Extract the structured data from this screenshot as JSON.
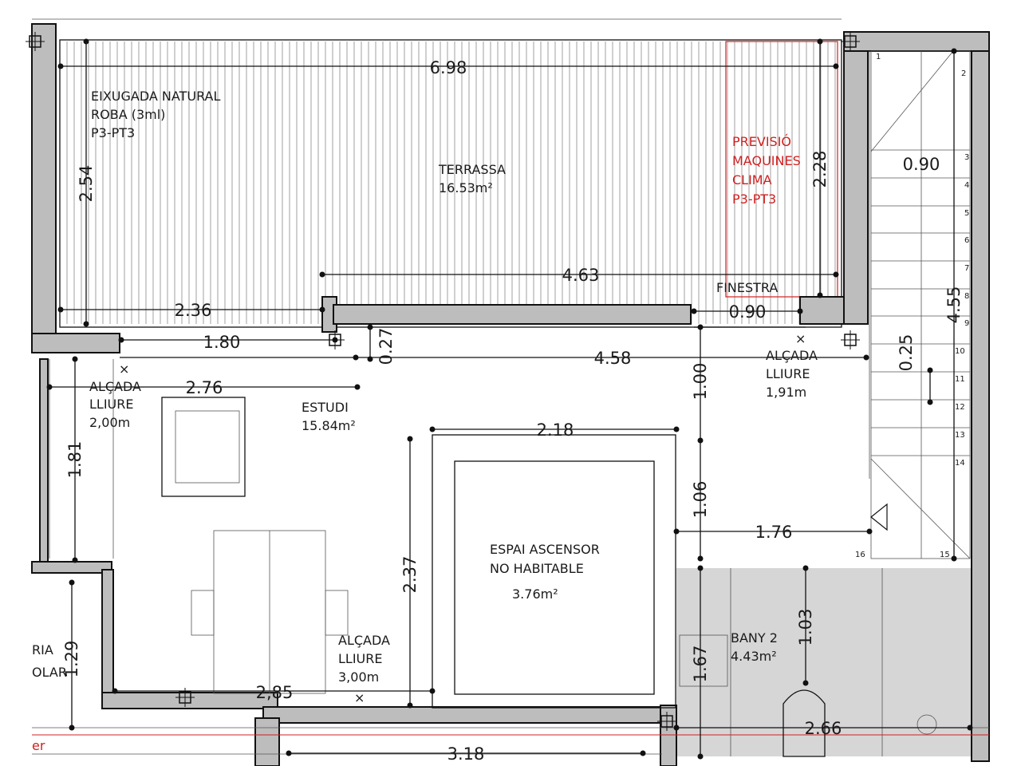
{
  "rooms": {
    "terrace": {
      "name": "TERRASSA",
      "area": "16.53m²"
    },
    "drying": {
      "line1": "EIXUGADA NATURAL",
      "line2": "ROBA (3ml)",
      "line3": "P3-PT3"
    },
    "climate": {
      "line1": "PREVISIÓ",
      "line2": "MAQUINES",
      "line3": "CLIMA",
      "line4": "P3-PT3"
    },
    "window": "FINESTRA",
    "study": {
      "name": "ESTUDI",
      "area": "15.84m²"
    },
    "elevator": {
      "line1": "ESPAI ASCENSOR",
      "line2": "NO HABITABLE",
      "area": "3.76m²"
    },
    "bath": {
      "name": "BANY 2",
      "area": "4.43m²"
    },
    "partial_left_1": "RIA",
    "partial_left_2": "OLAR",
    "partial_bottom": "er"
  },
  "free_heights": {
    "left": {
      "label1": "ALÇADA",
      "label2": "LLIURE",
      "value": "2,00m"
    },
    "right": {
      "label1": "ALÇADA",
      "label2": "LLIURE",
      "value": "1,91m"
    },
    "bottom": {
      "label1": "ALÇADA",
      "label2": "LLIURE",
      "value": "3,00m"
    }
  },
  "dimensions": {
    "d698": "6.98",
    "d254": "2.54",
    "d228": "2.28",
    "d463": "4.63",
    "d236": "2.36",
    "d090a": "0.90",
    "d090b": "0.90",
    "d180": "1.80",
    "d027": "0.27",
    "d458": "4.58",
    "d276": "2.76",
    "d100": "1.00",
    "d218": "2.18",
    "d181": "1.81",
    "d106": "1.06",
    "d176": "1.76",
    "d237": "2.37",
    "d455": "4.55",
    "d025": "0.25",
    "d103": "1.03",
    "d167": "1.67",
    "d129": "1.29",
    "d285": "2,85",
    "d266": "2.66",
    "d318": "3.18"
  },
  "stair_steps": [
    "1",
    "2",
    "3",
    "4",
    "5",
    "6",
    "7",
    "8",
    "9",
    "10",
    "11",
    "12",
    "13",
    "14",
    "15",
    "16"
  ],
  "colors": {
    "wall": "#bdbdbd",
    "line": "#111111",
    "accent": "#d02020",
    "bath_floor": "#d6d6d6"
  }
}
